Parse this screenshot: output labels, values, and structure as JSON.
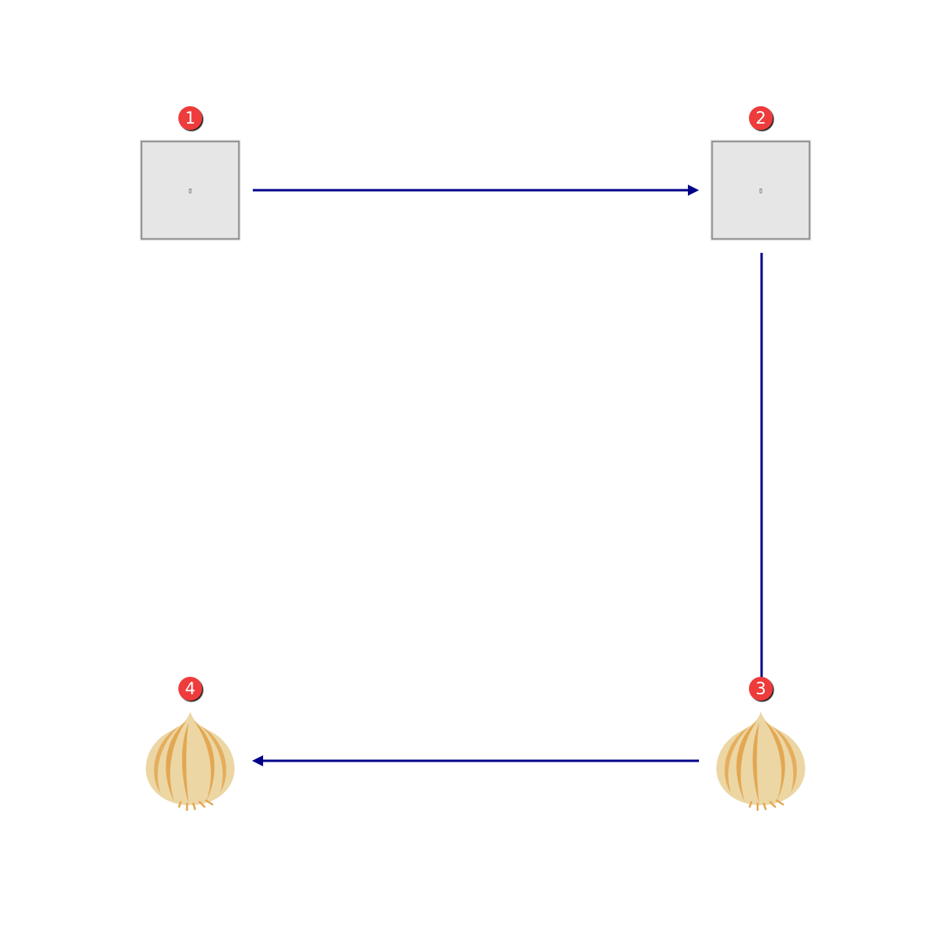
{
  "diagram": {
    "steps": [
      {
        "number": "1",
        "image": "placeholder-icon",
        "glyph": "▯"
      },
      {
        "number": "2",
        "image": "placeholder-icon",
        "glyph": "▯"
      },
      {
        "number": "3",
        "image": "onion-icon"
      },
      {
        "number": "4",
        "image": "onion-icon"
      }
    ],
    "colors": {
      "arrow": "#00008b",
      "badge": "#ee3b3b",
      "placeholder_fill": "#e6e6e6",
      "placeholder_border": "#8a8a8a",
      "onion_light": "#ecd6a4",
      "onion_dark": "#e3a752"
    }
  }
}
